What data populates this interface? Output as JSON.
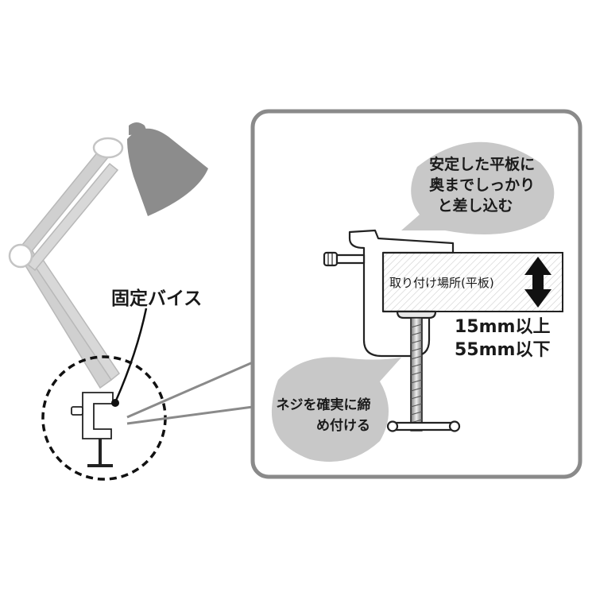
{
  "callouts": {
    "vise_label": "固定バイス",
    "board_label": "取り付け場所(平板)",
    "insert_bubble": [
      "安定した平板に",
      "奥までしっかり",
      "と差し込む"
    ],
    "screw_bubble": [
      "ネジを確実に締",
      "め付ける"
    ],
    "thickness": [
      "15mm以上",
      "55mm以下"
    ]
  },
  "icons": [
    "desk-lamp-icon",
    "c-clamp-icon",
    "double-arrow-icon"
  ],
  "colors": {
    "shade": "#8c8c8c",
    "lamp_arm": "#c9c9c9",
    "bubble": "#c8c8c8",
    "panel_border": "#8a8a8a",
    "outline": "#222222"
  }
}
